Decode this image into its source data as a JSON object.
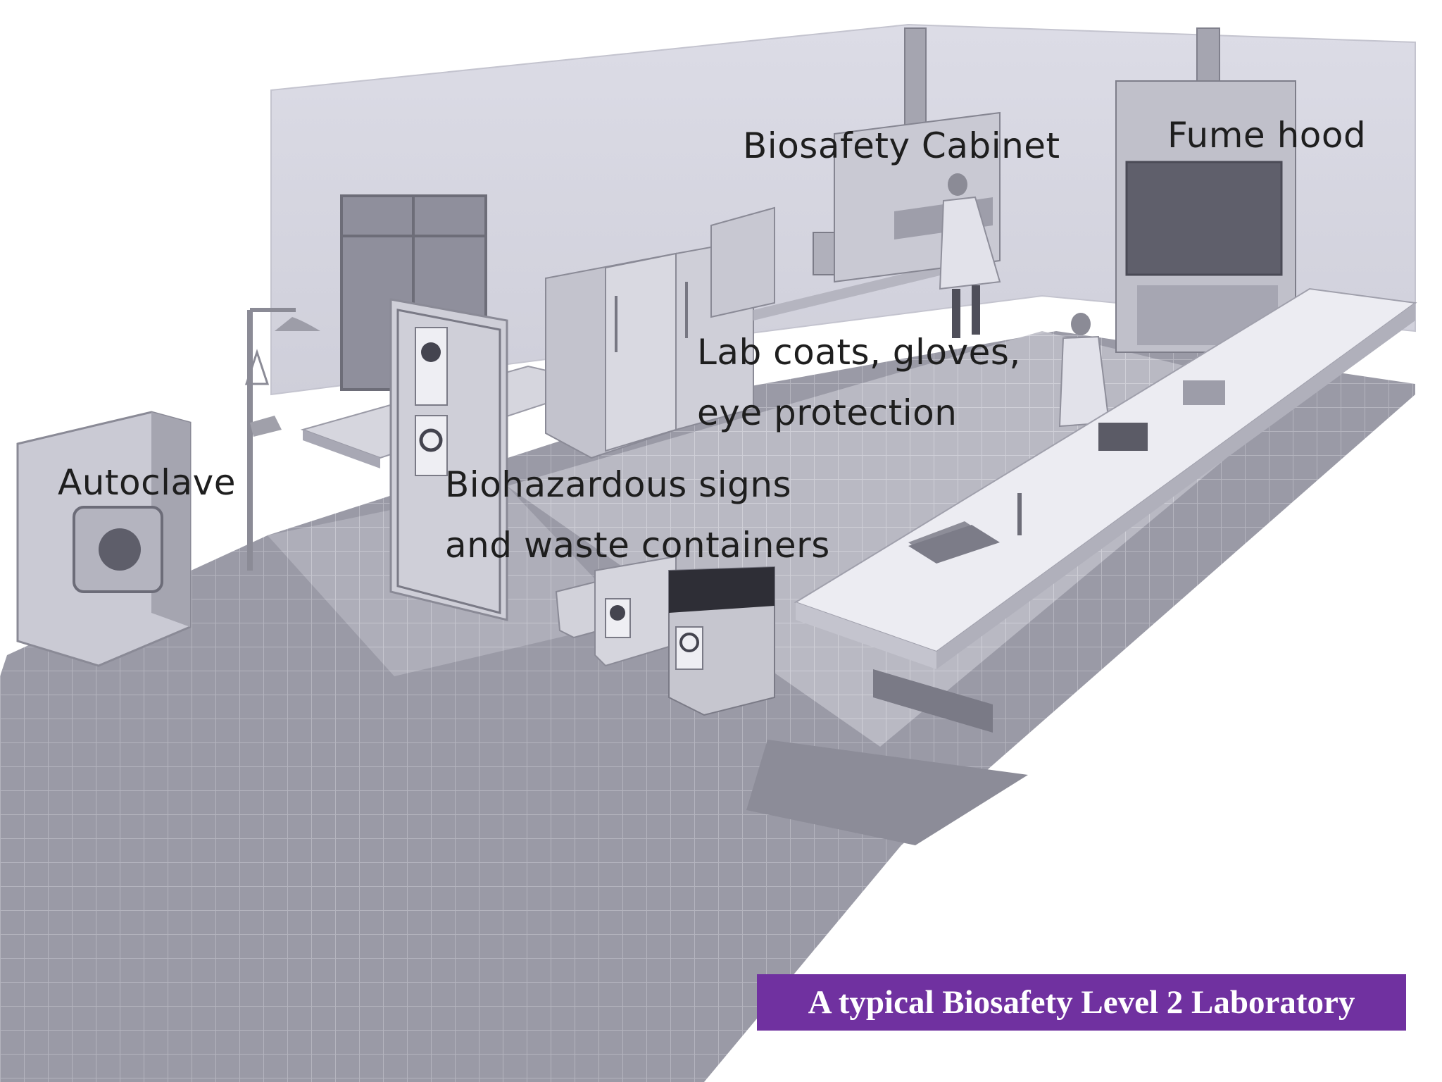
{
  "labels": {
    "biosafety_cabinet": "Biosafety Cabinet",
    "fume_hood": "Fume hood",
    "ppe_line1": "Lab coats, gloves,",
    "ppe_line2": "eye protection",
    "autoclave": "Autoclave",
    "biohazard_line1": "Biohazardous signs",
    "biohazard_line2": "and waste containers"
  },
  "caption": "A typical Biosafety Level 2 Laboratory",
  "colors": {
    "caption_background": "#7031a0",
    "caption_text": "#ffffff",
    "label_text": "#1e1e1e"
  }
}
